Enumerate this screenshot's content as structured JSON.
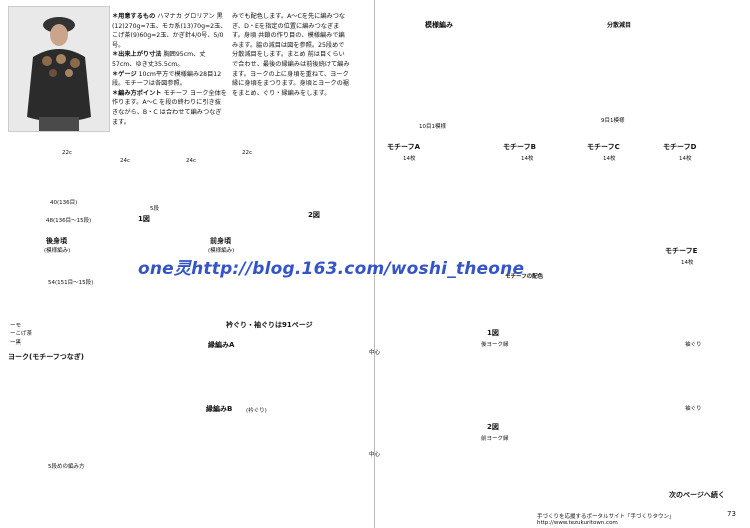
{
  "left_page": {
    "materials_title": "＊用意するもの",
    "materials_text": "ハマナカ グロリアン 黒(12)270g=7玉、モカ系(13)70g=2玉、こげ茶(9)60g=2玉、かぎ針4/0号、5/0号。",
    "size_title": "＊出来上がり寸法",
    "size_text": "胸囲95cm、丈57cm、ゆき丈35.5cm。",
    "gauge_title": "＊ゲージ",
    "gauge_text": "10cm平方で模様編み28目12段。モチーフは各図参照。",
    "howto_title": "＊編み方ポイント",
    "howto_text": "モチーフ ヨーク全体を作ります。A〜C を段の終わりに引き抜きながら、B・C は合わせて編みつなぎます。",
    "col2_text": "みでも配色します。A〜Cを先に編みつなぎ、D・Eを指定の位置に編みつなぎます。身頃 共鎖の作り目の、模様編みで編みます。脇の減目は図を参照。25段めで分散減目をします。まとめ 前は目くらいで合わせ、最後の縁編みは前後続けて編みます。ヨークの上に身頃を重ねて、ヨーク縁に身頃をまつります。身頃とヨークの裾をまとめ、ぐり・縁編みをします。",
    "back_label": "後身頃",
    "back_sub": "(模様編み)",
    "front_label": "前身頃",
    "front_sub": "(模様編み)",
    "fig1": "1図",
    "fig2": "2図",
    "yoke_label": "ヨーク(モチーフつなぎ)",
    "yoke_note": "5段めの編み方",
    "neck_ref": "衿ぐり・袖ぐりは91ページ",
    "edging_a": "縁編みA",
    "edging_b": "縁編みB",
    "edging_b_sub": "(衿ぐり)",
    "dims": [
      "22c",
      "24c",
      "40(136目)",
      "48(136目〜15段)",
      "54(151目〜15段)",
      "5段",
      "1図",
      "2図",
      "22c",
      "24c"
    ],
    "legend": [
      "ーモ",
      "ーこげ茶",
      "ー黒"
    ]
  },
  "watermark": "one灵http://blog.163.com/woshi_theone",
  "right_page": {
    "pattern_title": "模様編み",
    "decrease_title": "分散減目",
    "decrease_note": "9目1模様",
    "pattern_note": "10目1模様",
    "motifs": [
      {
        "name": "モチーフA",
        "count": "14枚"
      },
      {
        "name": "モチーフB",
        "count": "14枚"
      },
      {
        "name": "モチーフC",
        "count": "14枚"
      },
      {
        "name": "モチーフD",
        "count": "14枚"
      },
      {
        "name": "モチーフE",
        "count": "14枚"
      }
    ],
    "motif_colors": "モチーフの配色",
    "fig1_title": "1図",
    "fig1_sub": "後ヨーク縁",
    "fig2_title": "2図",
    "fig2_sub": "前ヨーク縁",
    "sleeve_label": "袖ぐり",
    "center_label": "中心",
    "next_page": "次のページへ続く",
    "page_number": "73",
    "footer": "手づくりを応援するポータルサイト「手づくりタウン」http://www.tezukuritown.com"
  }
}
